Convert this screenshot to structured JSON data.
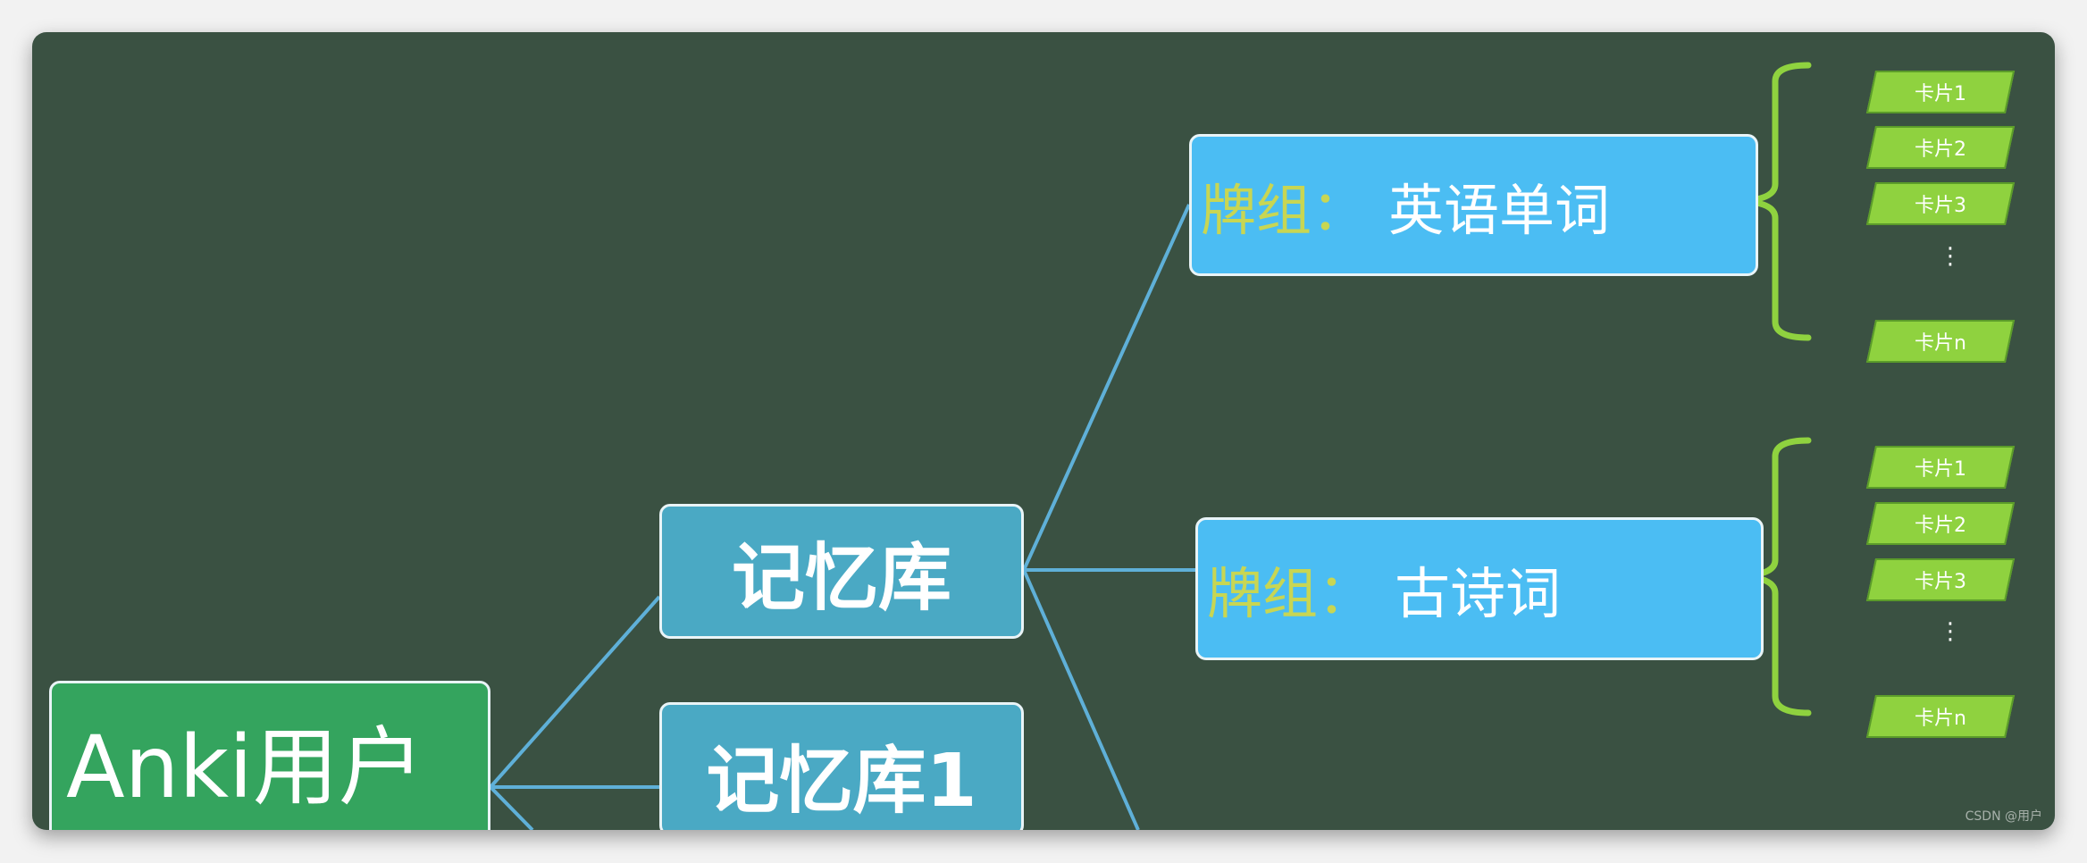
{
  "root": {
    "label": "Anki用户"
  },
  "libraries": [
    {
      "label": "记忆库"
    },
    {
      "label": "记忆库1"
    }
  ],
  "decks": [
    {
      "prefix": "牌组：",
      "name": "英语单词",
      "cards": [
        "卡片1",
        "卡片2",
        "卡片3",
        "卡片n"
      ]
    },
    {
      "prefix": "牌组：",
      "name": "古诗词",
      "cards": [
        "卡片1",
        "卡片2",
        "卡片3",
        "卡片n"
      ]
    }
  ],
  "ellipsis": "⋮",
  "watermark": "CSDN @用户",
  "colors": {
    "background": "#3a5142",
    "root_fill": "#34a45e",
    "library_fill": "#4aa9c4",
    "deck_fill": "#4bbdf3",
    "deck_prefix": "#c8d653",
    "card_fill": "#8fd23f",
    "bracket": "#8fd23f",
    "connector": "#5fb0d8"
  }
}
